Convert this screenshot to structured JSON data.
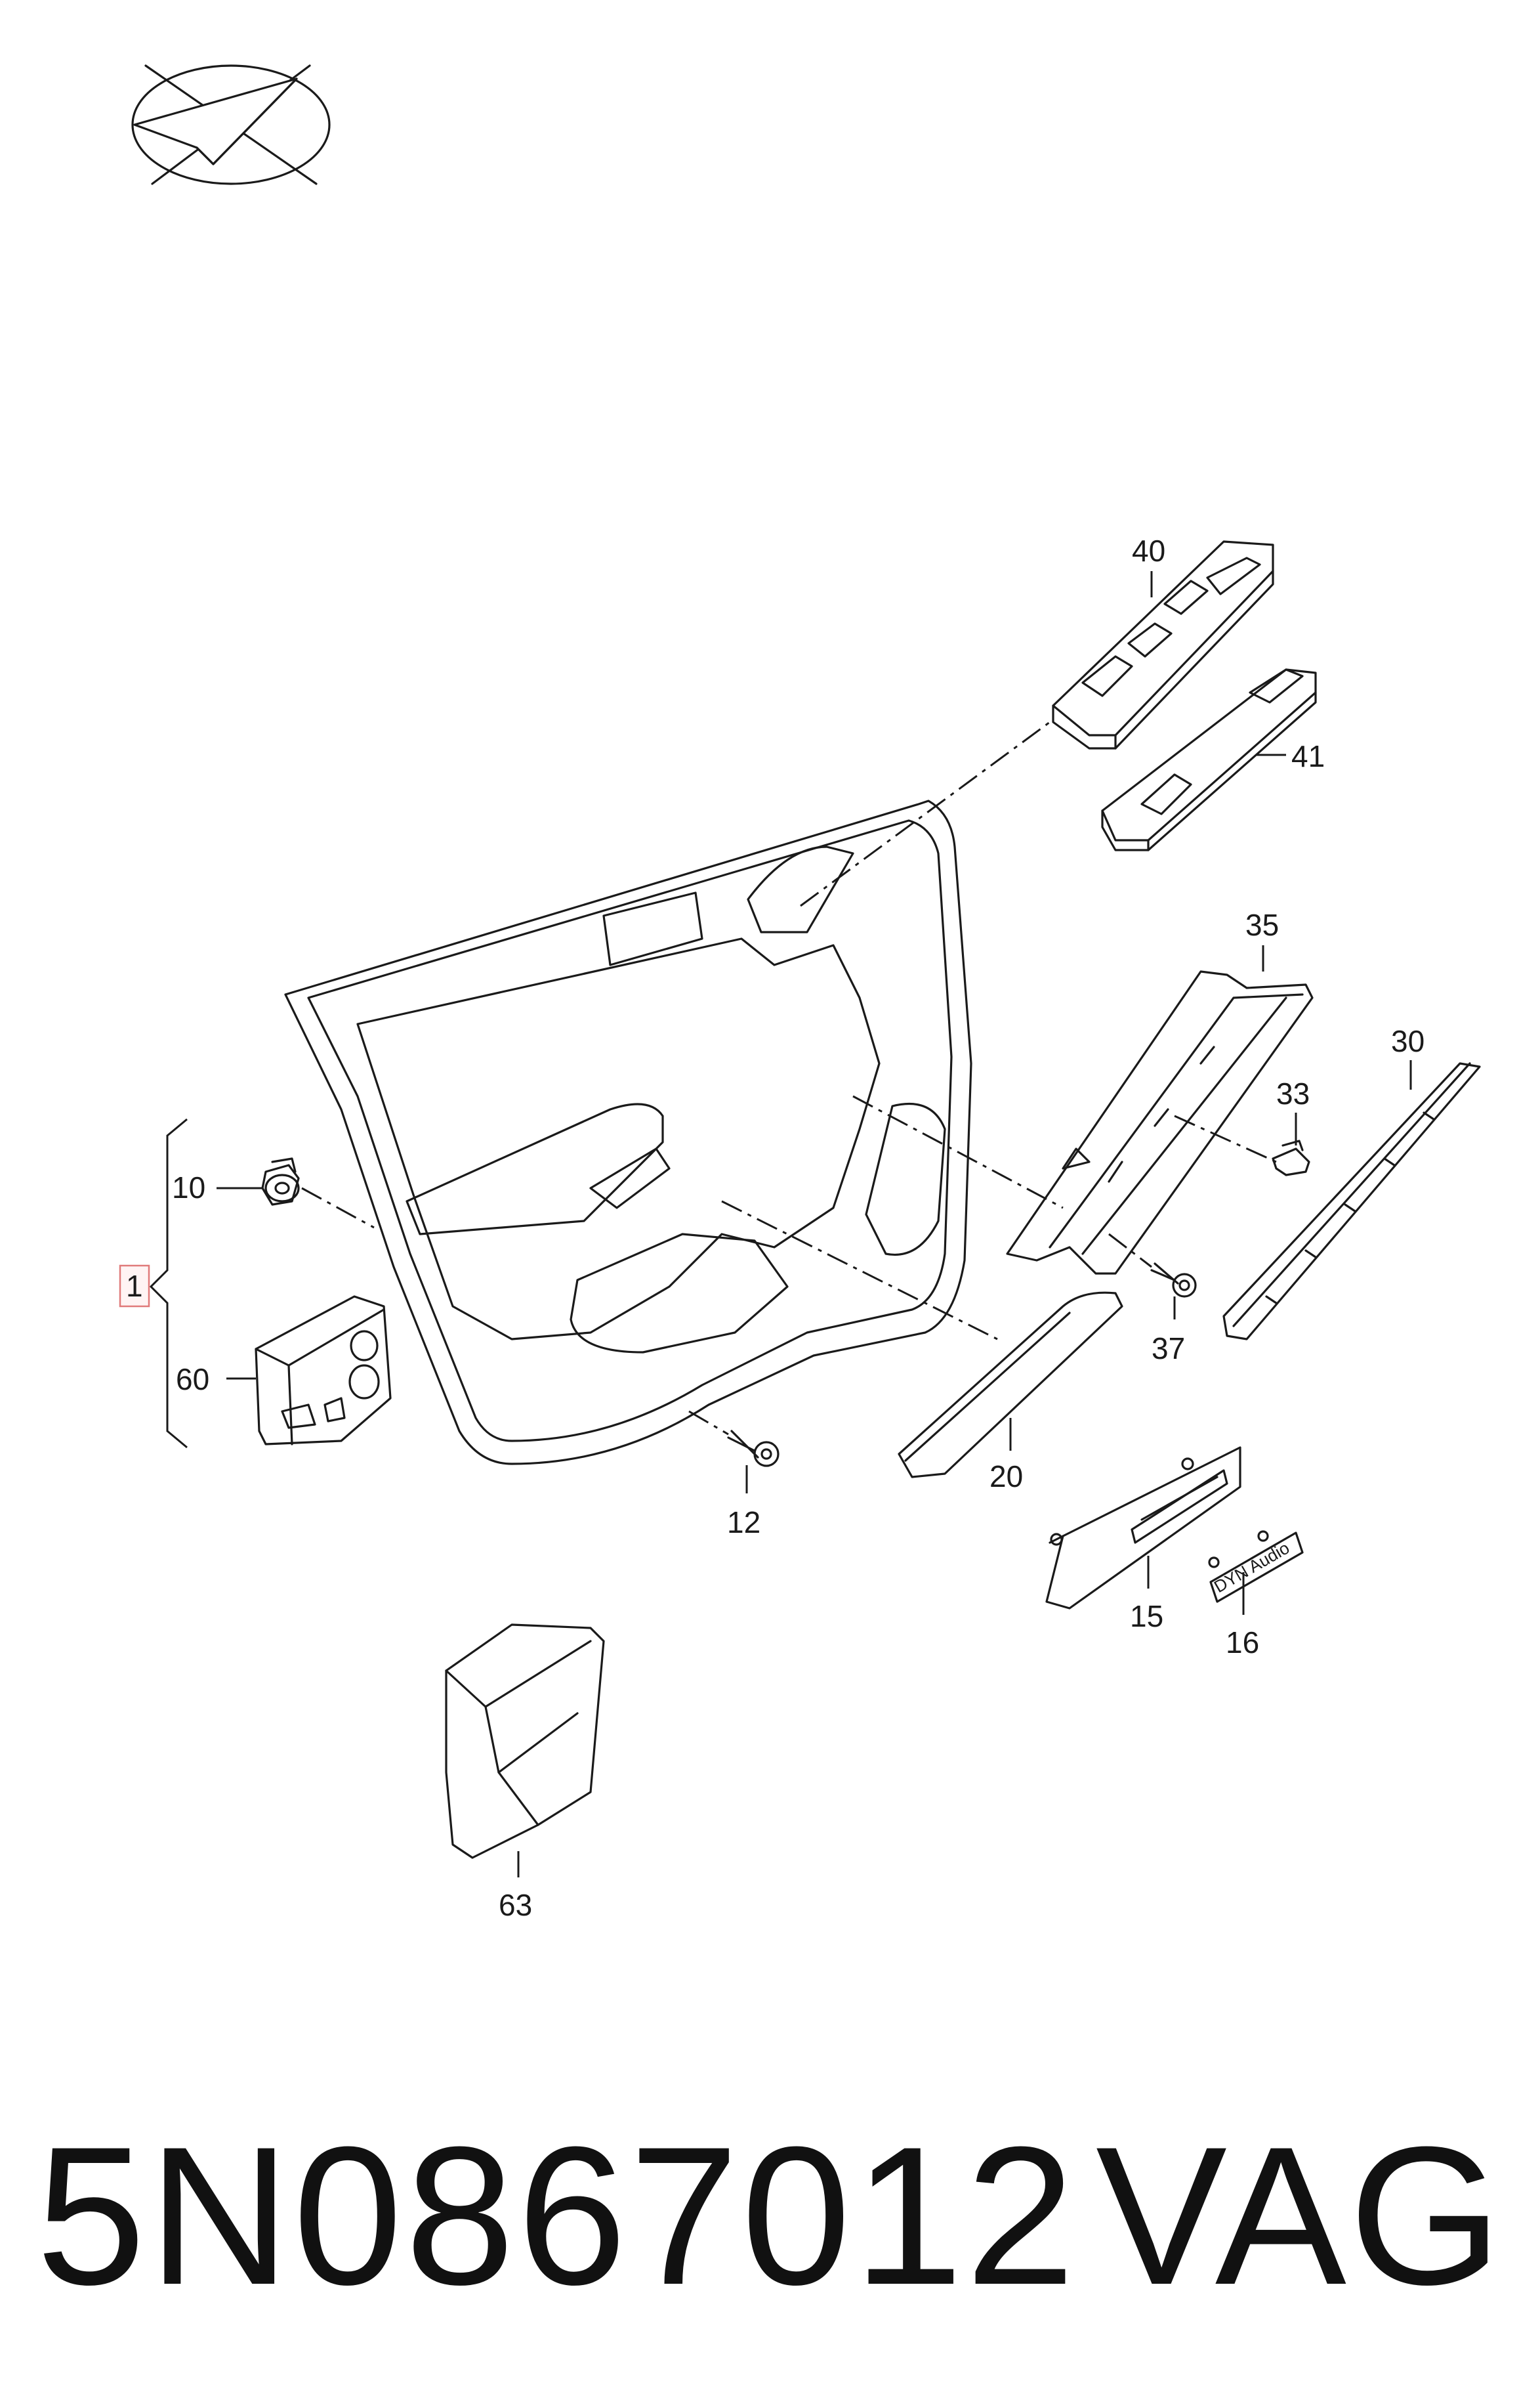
{
  "logo": {
    "icon": "check-arrow-logo-icon"
  },
  "callouts": {
    "c1": "1",
    "c10": "10",
    "c12": "12",
    "c15": "15",
    "c16": "16",
    "c20": "20",
    "c30": "30",
    "c33": "33",
    "c35": "35",
    "c37": "37",
    "c40": "40",
    "c41": "41",
    "c60": "60",
    "c63": "63"
  },
  "badge_text": "DYN Audio",
  "footer": {
    "part_number": "5N0867012",
    "brand": "VAG"
  },
  "colors": {
    "line": "#1a1a1a",
    "callout_highlight_border": "#e07a7a"
  }
}
